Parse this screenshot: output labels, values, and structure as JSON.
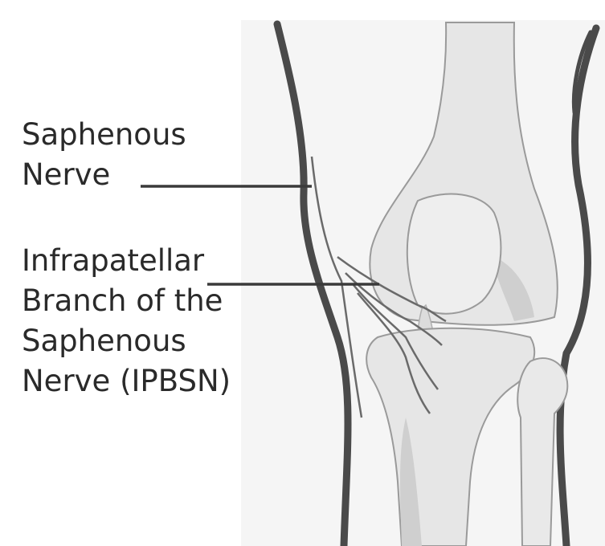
{
  "labels": {
    "saphenous_nerve": [
      "Saphenous",
      "Nerve"
    ],
    "ipbsn": [
      "Infrapatellar",
      "Branch of the",
      "Saphenous",
      "Nerve (IPBSN)"
    ]
  },
  "colors": {
    "outline": "#4a4a4a",
    "bone_fill": "#e6e6e6",
    "shadow_fill": "#cfcfcf",
    "panel_fill": "#f5f5f5",
    "nerve": "#6a6a6a",
    "text": "#2a2a2a"
  }
}
